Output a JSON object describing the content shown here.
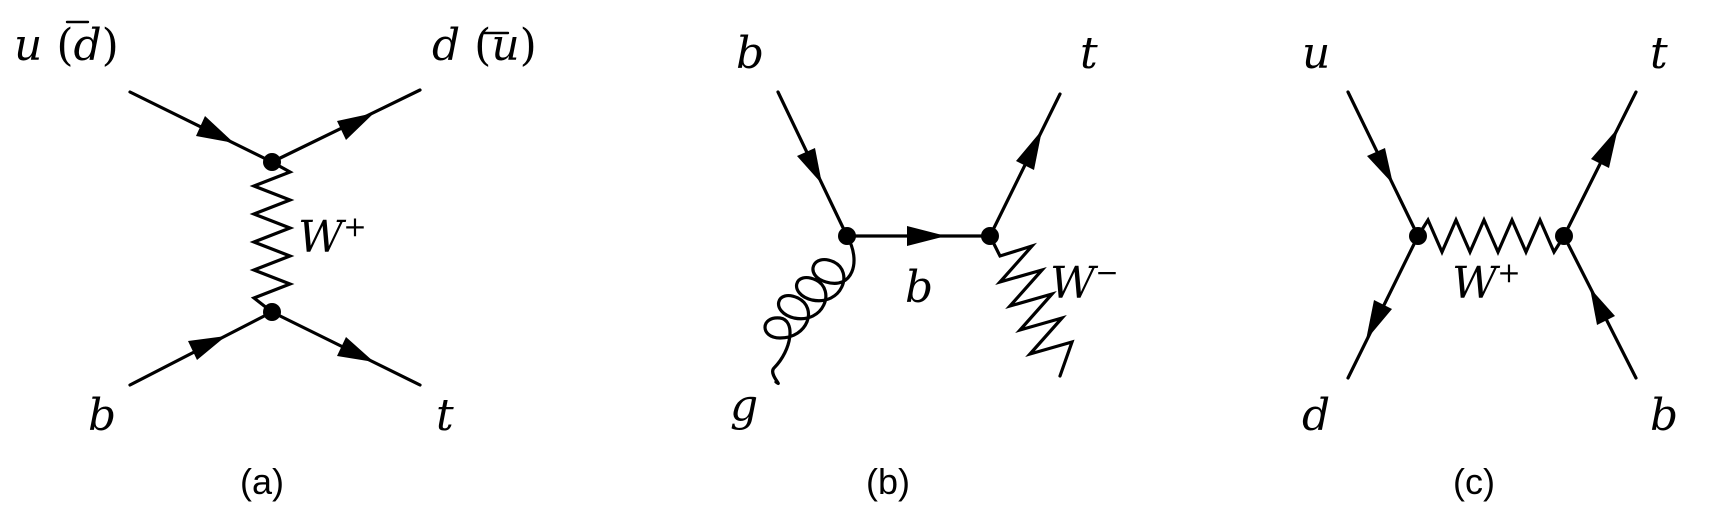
{
  "diagrams": [
    {
      "id": "a",
      "caption": "(a)",
      "particles": {
        "top_left": {
          "sym": "u",
          "paren_open": " (",
          "anti": "d",
          "paren_close": ")"
        },
        "top_right": {
          "sym": "d",
          "paren_open": " (",
          "anti": "u",
          "paren_close": ")"
        },
        "bottom_left": "b",
        "bottom_right": "t",
        "boson": {
          "sym": "W",
          "charge": "+"
        }
      }
    },
    {
      "id": "b",
      "caption": "(b)",
      "particles": {
        "top_left": "b",
        "top_right": "t",
        "bottom_left": "g",
        "propagator": "b",
        "boson": {
          "sym": "W",
          "charge": "−"
        }
      }
    },
    {
      "id": "c",
      "caption": "(c)",
      "particles": {
        "top_left": "u",
        "top_right": "t",
        "bottom_left": "d",
        "bottom_right": "b",
        "boson": {
          "sym": "W",
          "charge": "+"
        }
      }
    }
  ]
}
